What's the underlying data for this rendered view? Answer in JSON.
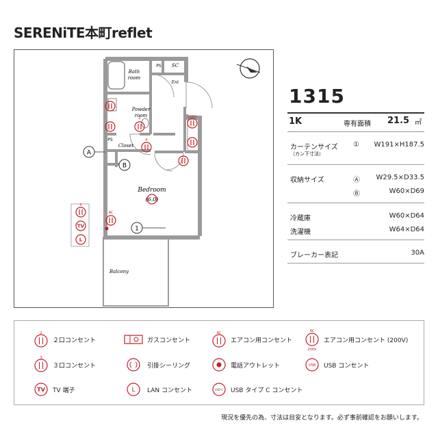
{
  "title": "SERENiTE本町reflet",
  "unit": "1315",
  "specs": {
    "type": "1K",
    "area_label": "専有面積",
    "area_value": "21.5",
    "area_unit": "㎡",
    "curtain_label": "カーテンサイズ",
    "curtain_note": "（カン下寸法）",
    "curtain_marker": "①",
    "curtain_value": "W191×H187.5",
    "storage_label": "収納サイズ",
    "storage_a_marker": "Ⓐ",
    "storage_a_value": "W29.5×D33.5",
    "storage_b_marker": "Ⓑ",
    "storage_b_value": "W60×D69",
    "fridge_label": "冷蔵庫",
    "fridge_value": "W60×D64",
    "washer_label": "洗濯機",
    "washer_value": "W64×D64",
    "breaker_label": "ブレーカー表記",
    "breaker_value": "30A"
  },
  "plan": {
    "bath": "Bath",
    "bath2": "room",
    "ps1": "PS",
    "sc": "SC",
    "ent": "Ent",
    "powder": "Powder",
    "powder2": "room",
    "ps2": "PS",
    "closet": "Closet",
    "bedroom": "Bedroom",
    "bedroom_size": "(6.0)",
    "balcony": "Balcony",
    "marker_a": "A",
    "marker_b": "B",
    "marker_1": "1",
    "outlet_2": "2",
    "outlet_3": "3",
    "outlet_4": "4",
    "ac": "AC",
    "v200": "200V",
    "tv": "TV",
    "lan": "L",
    "compass_icon": "north-arrow"
  },
  "legend": [
    {
      "label": "２口コンセント",
      "icon": "outlet-2-icon",
      "num": "2"
    },
    {
      "label": "ガスコンセント",
      "icon": "gas-outlet-icon"
    },
    {
      "label": "エアコン用コンセント",
      "icon": "ac-outlet-icon",
      "num": "AC"
    },
    {
      "label": "エアコン用コンセント (200V)",
      "icon": "ac-200v-outlet-icon",
      "num": "AC",
      "sub": "200V"
    },
    {
      "label": "３口コンセント",
      "icon": "outlet-3-icon",
      "num": "3"
    },
    {
      "label": "引掛シーリング",
      "icon": "ceiling-hook-icon"
    },
    {
      "label": "電話アウトレット",
      "icon": "phone-outlet-icon"
    },
    {
      "label": "USB コンセント",
      "icon": "usb-outlet-icon",
      "num": "USB"
    },
    {
      "label": "TV 端子",
      "icon": "tv-terminal-icon",
      "num": "TV"
    },
    {
      "label": "LAN コンセント",
      "icon": "lan-outlet-icon",
      "num": "L"
    },
    {
      "label": "USB タイプ C コンセント",
      "icon": "usb-c-outlet-icon",
      "num": "USB-C"
    }
  ],
  "footnote": "現況を優先の為、寸法は目安となります。必ず事前確認をお願いします。",
  "colors": {
    "accent": "#c0202a",
    "wall": "#9a9a9a",
    "text": "#222222"
  }
}
